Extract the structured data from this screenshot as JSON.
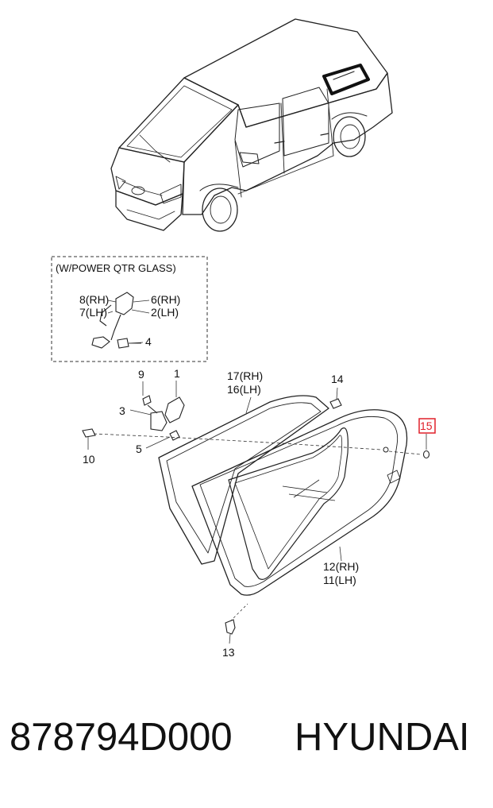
{
  "inset": {
    "title": "(W/POWER QTR GLASS)"
  },
  "callouts": {
    "c1": "1",
    "c2": "2",
    "c3": "3",
    "c4": "4",
    "c5": "5",
    "c6": "6",
    "c7": "7",
    "c8": "8",
    "c9": "9",
    "c10": "10",
    "c11": "11",
    "c12": "12",
    "c13": "13",
    "c14": "14",
    "c15": "15",
    "c16": "16",
    "c17": "17",
    "rh": "(RH)",
    "lh": "(LH)"
  },
  "highlight": {
    "color": "#e0202a",
    "callout": "15"
  },
  "footer": {
    "part_number": "878794D000",
    "brand": "HYUNDAI"
  }
}
